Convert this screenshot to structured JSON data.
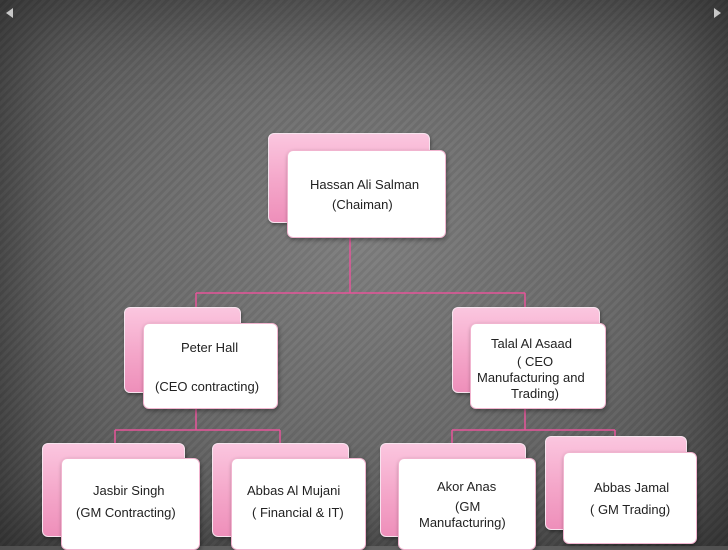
{
  "nodes": {
    "root": {
      "line1": "Hassan Ali Salman",
      "line2": "(Chaiman)"
    },
    "left": {
      "line1": "Peter Hall",
      "line2": "(CEO contracting)"
    },
    "right": {
      "line1": "Talal Al Asaad",
      "line2": "( CEO",
      "line3": "Manufacturing and",
      "line4": "Trading)"
    },
    "ll": {
      "line1": "Jasbir Singh",
      "line2": "(GM Contracting)"
    },
    "lr": {
      "line1": "Abbas Al Mujani",
      "line2": "( Financial & IT)"
    },
    "rl": {
      "line1": "Akor Anas",
      "line2": "(GM",
      "line3": "Manufacturing)"
    },
    "rr": {
      "line1": "Abbas Jamal",
      "line2": "( GM Trading)"
    }
  },
  "colors": {
    "connector": "#e6559a",
    "card_back": "#f4a6c9",
    "card_front": "#ffffff",
    "background": "#6e6e6e"
  }
}
